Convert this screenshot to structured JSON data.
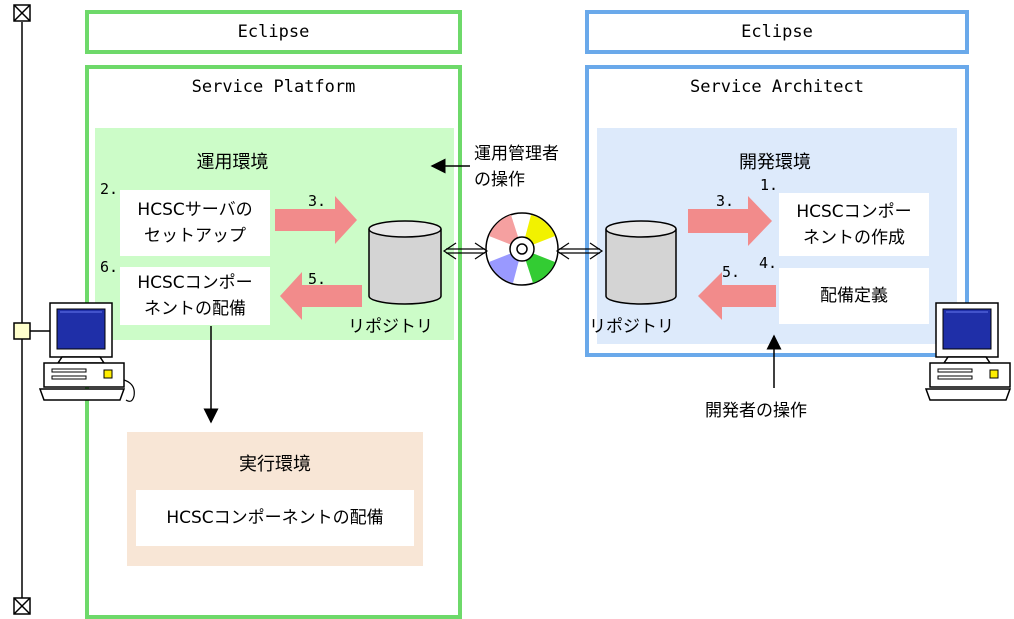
{
  "left": {
    "eclipse_label": "Eclipse",
    "platform_title": "Service Platform",
    "operation_env": {
      "title": "運用環境",
      "step2_num": "2.",
      "setup_box": "HCSCサーバの\nセットアップ",
      "step3_num": "3.",
      "step6_num": "6.",
      "deploy_box": "HCSCコンポー\nネントの配備",
      "step5_num": "5.",
      "repository_label": "リポジトリ"
    },
    "exec_env": {
      "title": "実行環境",
      "deploy_box": "HCSCコンポーネントの配備"
    }
  },
  "middle": {
    "admin_operation": "運用管理者\nの操作"
  },
  "right": {
    "eclipse_label": "Eclipse",
    "architect_title": "Service Architect",
    "dev_env": {
      "title": "開発環境",
      "repository_label": "リポジトリ",
      "step3_num": "3.",
      "step1_num": "1.",
      "create_box": "HCSCコンポー\nネントの作成",
      "step5_num": "5.",
      "step4_num": "4.",
      "definition_box": "配備定義"
    },
    "developer_operation": "開発者の操作"
  },
  "colors": {
    "green_frame": "#6ed96a",
    "blue_frame": "#6aa9ea",
    "green_env": "#ccfcc8",
    "blue_env": "#ddeafb",
    "peach_env": "#f8e6d6",
    "arrow_red": "#f28b8b",
    "monitor_screen": "#1f2fa8"
  }
}
